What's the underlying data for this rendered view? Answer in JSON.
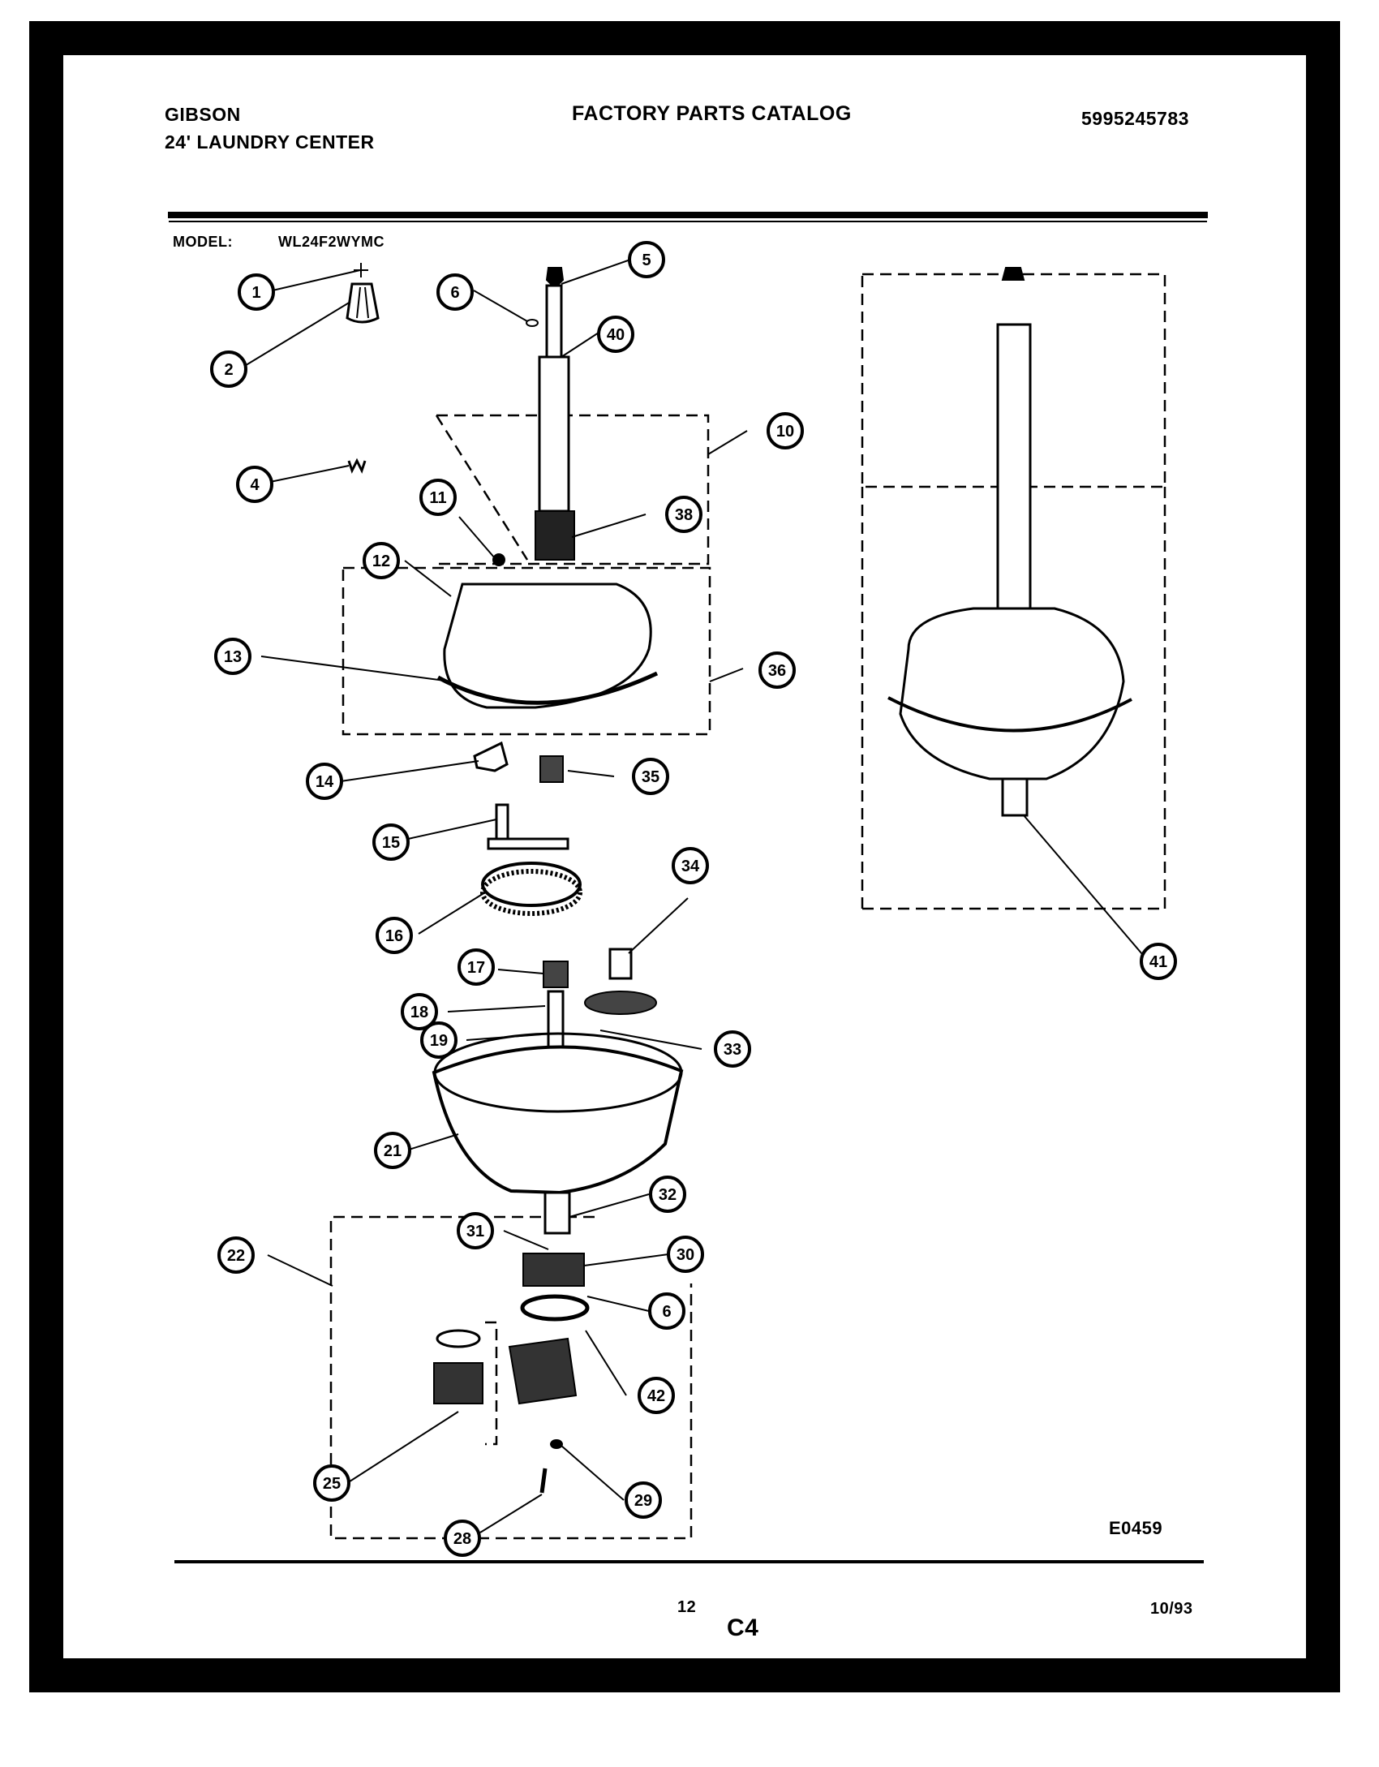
{
  "header": {
    "brand": "GIBSON",
    "product": "24' LAUNDRY CENTER",
    "catalog_title": "FACTORY PARTS CATALOG",
    "catalog_number": "5995245783",
    "model_label": "MODEL:",
    "model_number": "WL24F2WYMC"
  },
  "diagram": {
    "figure_code": "E0459",
    "callouts": [
      "1",
      "2",
      "4",
      "5",
      "6",
      "40",
      "10",
      "11",
      "38",
      "12",
      "13",
      "36",
      "14",
      "35",
      "15",
      "16",
      "34",
      "17",
      "18",
      "19",
      "33",
      "21",
      "32",
      "31",
      "22",
      "30",
      "6",
      "42",
      "25",
      "29",
      "28",
      "41"
    ]
  },
  "footer": {
    "page_number": "12",
    "section_code": "C4",
    "date": "10/93"
  },
  "colors": {
    "ink": "#000000",
    "paper": "#ffffff"
  }
}
